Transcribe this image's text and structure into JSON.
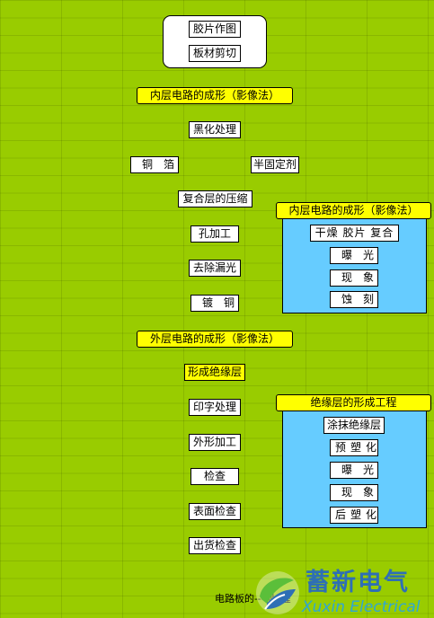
{
  "steps": {
    "film": "胶片作图",
    "cut": "板材剪切",
    "inner_title": "内层电路的成形（影像法）",
    "blacken": "黑化处理",
    "copper_foil": "铜箔",
    "prepreg": "半固定剂",
    "laminate": "复合层的压缩",
    "drill": "孔加工",
    "desmear": "去除漏光",
    "plating": "镀铜",
    "outer_title": "外层电路的成形（影像法）",
    "insulation": "形成绝缘层",
    "print": "印字处理",
    "profile": "外形加工",
    "inspect": "检查",
    "surface_inspect": "表面检查",
    "ship_inspect": "出货检查"
  },
  "inner_detail": {
    "title": "内层电路的成形（影像法）",
    "items": [
      "干燥 胶片 复合",
      "曝光",
      "现象",
      "蚀刻"
    ]
  },
  "insul_detail": {
    "title": "绝缘层的形成工程",
    "items": [
      "涂抹绝缘层",
      "预塑化",
      "曝光",
      "现象",
      "后塑化"
    ]
  },
  "footer": "电路板的---制--程",
  "logo": {
    "cn": "蓄新电气",
    "en": "Xuxin Electrical",
    "colors": {
      "blue": "#2e6fb5",
      "green": "#5bbf3a",
      "cyan": "#2ea6d6"
    }
  },
  "colors": {
    "background": "#99cc00",
    "highlight": "#ffff00",
    "panel": "#66ccff"
  }
}
